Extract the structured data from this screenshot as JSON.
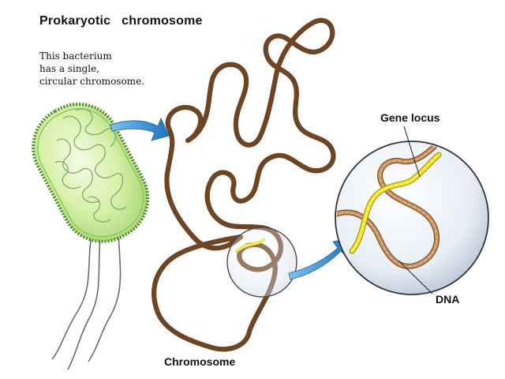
{
  "title": "Prokaryotic   chromosome",
  "caption": {
    "line1": "This bacterium",
    "line2": "has a single,",
    "line3": "circular chromosome."
  },
  "labels": {
    "gene_locus": "Gene locus",
    "dna": "DNA",
    "chromosome": "Chromosome"
  },
  "colors": {
    "rope": "#c08a55",
    "rope_shadow": "#7a4f2a",
    "gene": "#f2e21a",
    "bacterium_fill": "#d9f2b0",
    "arrow": "#2f8ed6"
  }
}
